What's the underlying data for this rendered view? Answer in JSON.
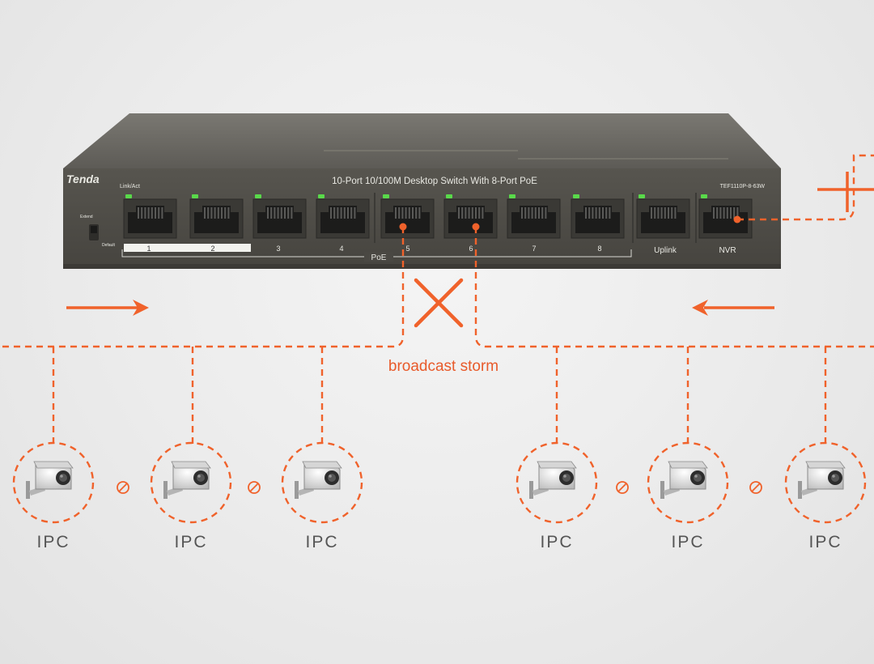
{
  "switch": {
    "brand": "Tenda",
    "title": "10-Port 10/100M Desktop Switch With 8-Port PoE",
    "model": "TEF1110P-8-63W",
    "led_label": "Link/Act",
    "port_numbers": [
      "1",
      "2",
      "3",
      "4",
      "5",
      "6",
      "7",
      "8"
    ],
    "uplink_label": "Uplink",
    "nvr_label": "NVR",
    "poe_label": "PoE",
    "switch_label_top": "Extend",
    "switch_label_bottom": "Default"
  },
  "diagram": {
    "storm_label": "broadcast storm",
    "ipc_labels": [
      "IPC",
      "IPC",
      "IPC",
      "IPC",
      "IPC",
      "IPC"
    ],
    "accent_color": "#f0622b"
  }
}
